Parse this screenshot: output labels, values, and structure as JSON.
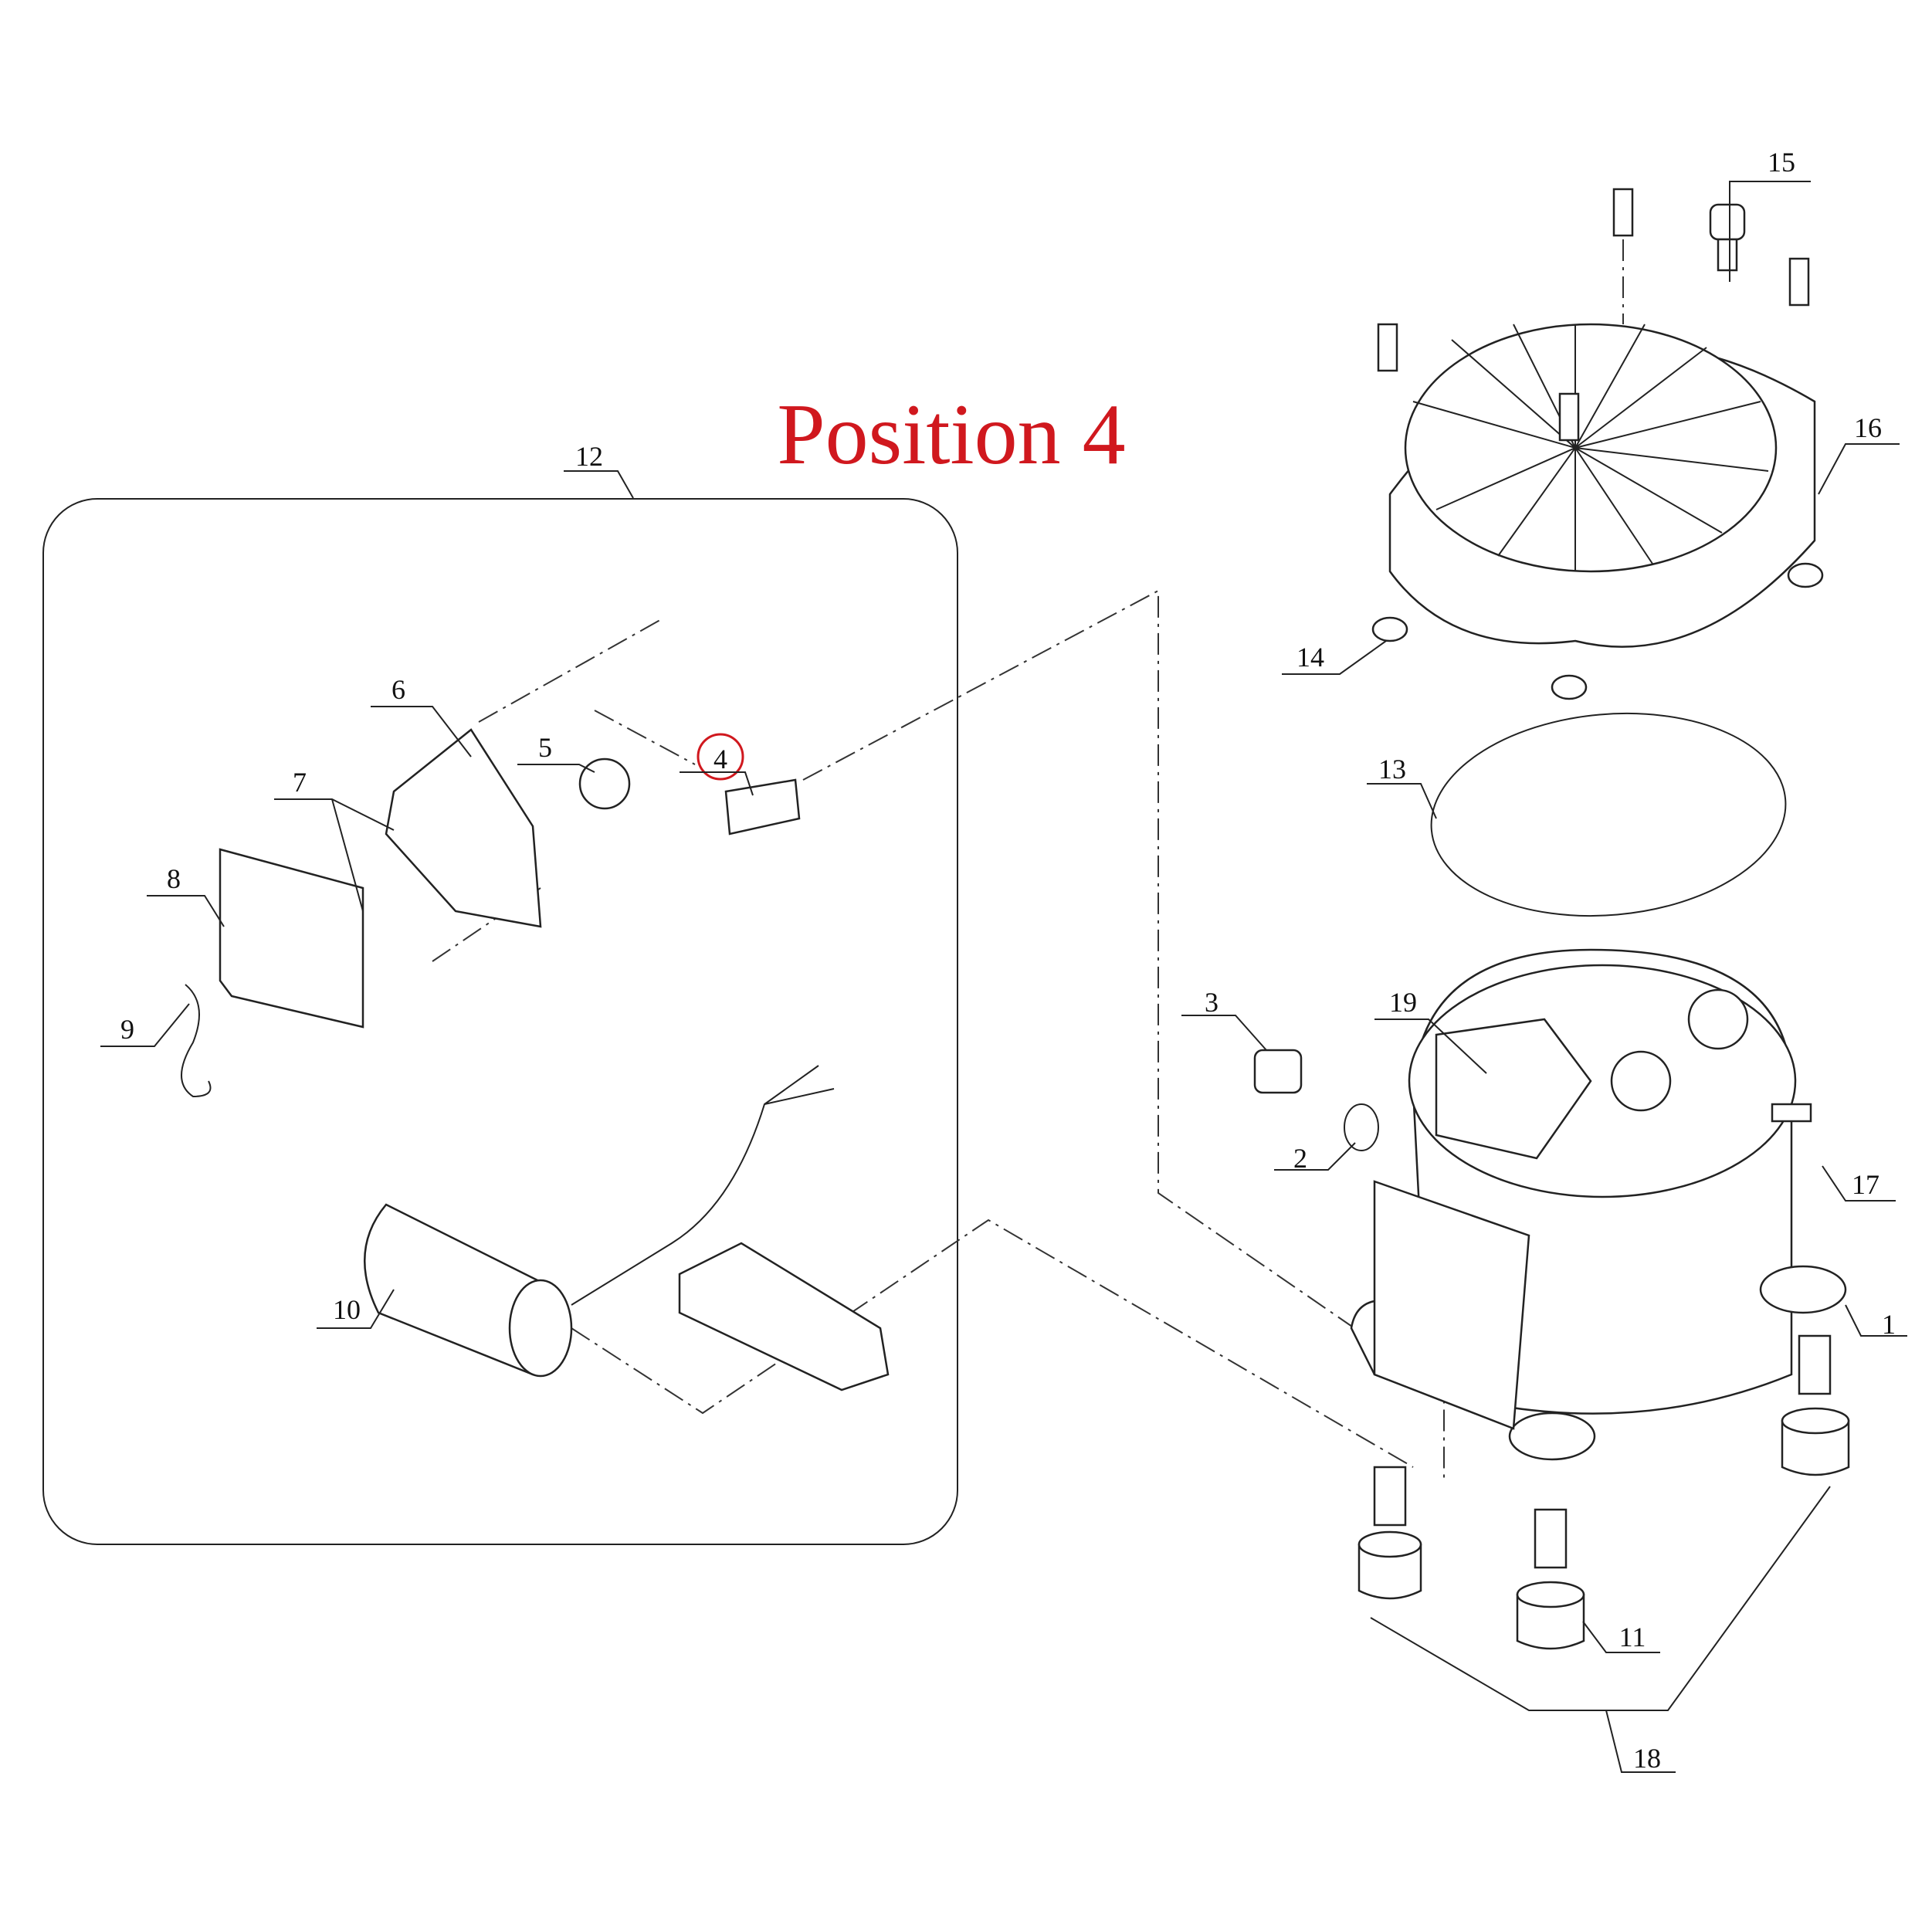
{
  "title": "Position 4",
  "accent_color": "#d0181e",
  "callouts": {
    "c1": "1",
    "c2": "2",
    "c3": "3",
    "c4": "4",
    "c5": "5",
    "c6": "6",
    "c7": "7",
    "c8": "8",
    "c9": "9",
    "c10": "10",
    "c11": "11",
    "c12": "12",
    "c13": "13",
    "c14": "14",
    "c15": "15",
    "c16": "16",
    "c17": "17",
    "c18": "18",
    "c19": "19"
  },
  "highlighted_callout": "4"
}
